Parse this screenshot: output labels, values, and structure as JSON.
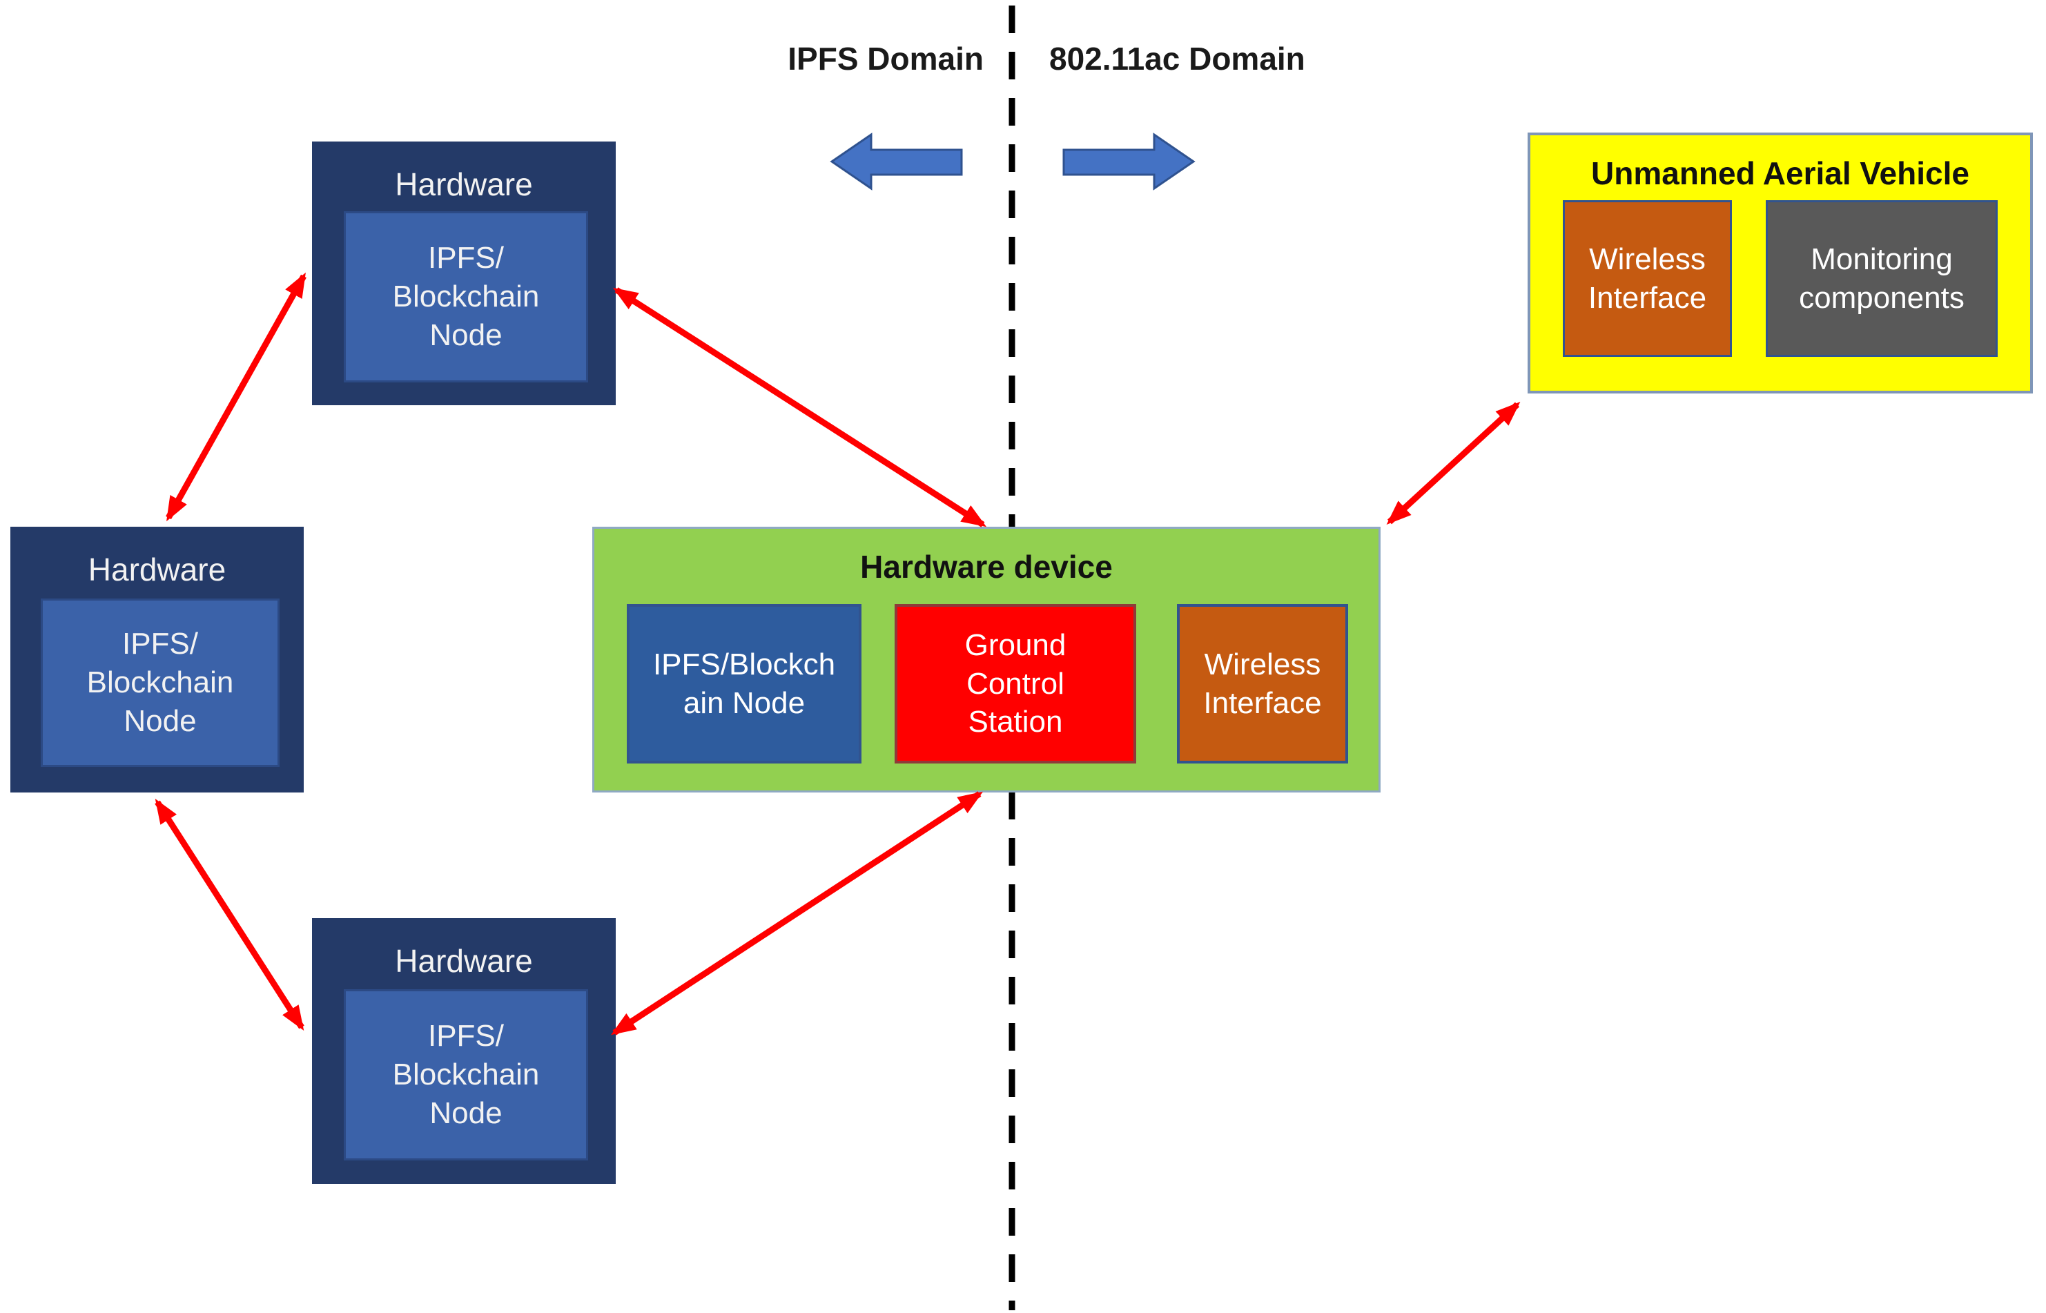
{
  "domains": {
    "left": {
      "label": "IPFS Domain"
    },
    "right": {
      "label": "802.11ac Domain"
    }
  },
  "nodes": {
    "hardware_top": {
      "title": "Hardware",
      "component": "IPFS/\nBlockchain\nNode"
    },
    "hardware_left": {
      "title": "Hardware",
      "component": "IPFS/\nBlockchain\nNode"
    },
    "hardware_bottom": {
      "title": "Hardware",
      "component": "IPFS/\nBlockchain\nNode"
    },
    "hardware_device": {
      "title": "Hardware device",
      "components": {
        "ipfs": {
          "label": "IPFS/Blockch\nain Node",
          "color": "#2E5C9E"
        },
        "gcs": {
          "label": "Ground\nControl\nStation",
          "color": "#FF0000"
        },
        "wireless": {
          "label": "Wireless\nInterface",
          "color": "#C55A11"
        }
      }
    },
    "uav": {
      "title": "Unmanned Aerial Vehicle",
      "components": {
        "wireless": {
          "label": "Wireless\nInterface",
          "color": "#C55A11"
        },
        "monitoring": {
          "label": "Monitoring\ncomponents",
          "color": "#595959"
        }
      }
    }
  },
  "colors": {
    "node_navy": "#243A68",
    "node_inner_blue": "#3B62A9",
    "device_green": "#92D050",
    "uav_yellow": "#FFFF00",
    "gcs_red": "#FF0000",
    "wireless_orange": "#C55A11",
    "monitoring_gray": "#595959",
    "domain_arrow_blue": "#4472C4",
    "connector_red": "#FF0000",
    "divider_black": "#000000"
  }
}
